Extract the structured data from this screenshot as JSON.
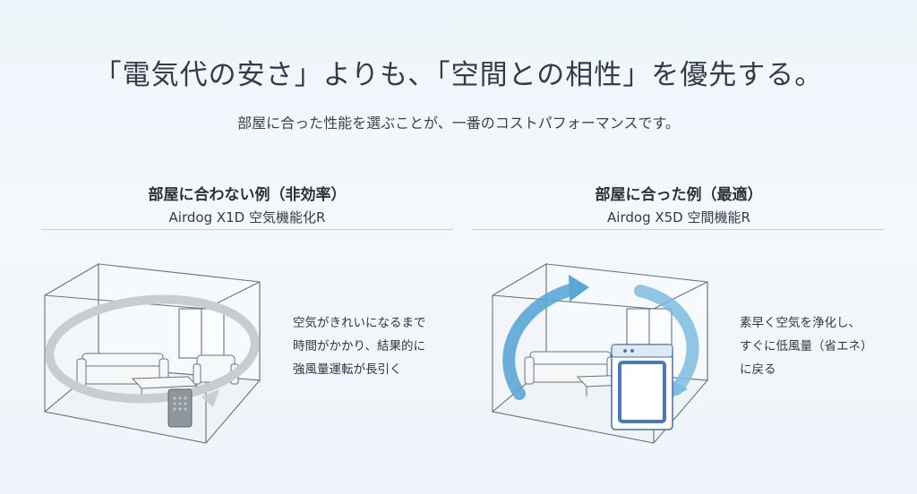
{
  "header": {
    "headline": "「電気代の安さ」よりも、「空間との相性」を優先する。",
    "subline": "部屋に合った性能を選ぶことが、一番のコストパフォーマンスです。"
  },
  "panels": [
    {
      "title": "部屋に合わない例（非効率）",
      "model": "Airdog  X1D 空気機能化R",
      "note_lines": [
        "空気がきれいになるまで",
        "時間がかかり、結果的に",
        "強風量運転が長引く"
      ]
    },
    {
      "title": "部屋に合った例（最適）",
      "model": "Airdog X5D 空間機能R",
      "note_lines": [
        "素早く空気を浄化し、",
        "すぐに低風量（省エネ）",
        "に戻る"
      ]
    }
  ],
  "colors": {
    "accent_blue": "#5aa7d6",
    "rule": "#b8d4e6",
    "airflow_gray": "#c9cdd1"
  }
}
